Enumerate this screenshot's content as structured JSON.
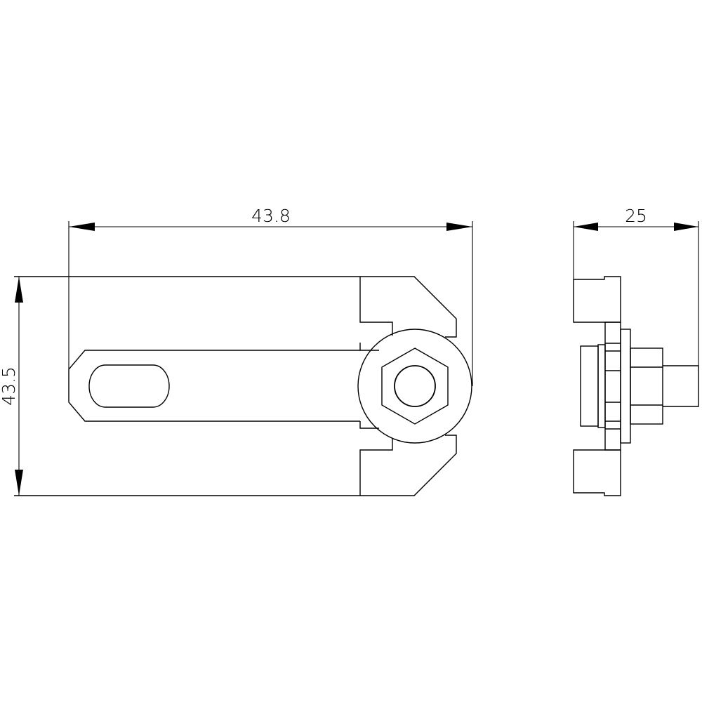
{
  "drawing": {
    "type": "technical-drawing",
    "views": [
      {
        "name": "front-view",
        "description": "Clamp bracket with slotted arm and hex nut"
      },
      {
        "name": "side-view",
        "description": "Side profile of clamp assembly"
      }
    ]
  },
  "dimensions": {
    "front_width": "43.8",
    "front_height": "43.5",
    "side_width": "25"
  },
  "colors": {
    "background": "#ffffff",
    "line": "#000000"
  }
}
